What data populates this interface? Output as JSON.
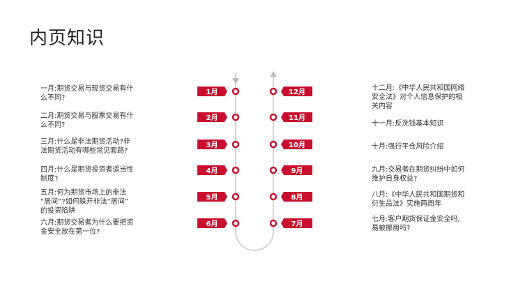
{
  "title": "内页知识",
  "left_items": [
    {
      "month": "1月",
      "text": "一月:期货交易与现货交易有什\n么不同?"
    },
    {
      "month": "2月",
      "text": "二月:期货交易与股票交易有什\n么不同?"
    },
    {
      "month": "3月",
      "text": "三月:什么是非法期货活动?非\n法期货活动有哪些常见套路?"
    },
    {
      "month": "4月",
      "text": "四月:什么是期货投资者适当性\n制度?"
    },
    {
      "month": "5月",
      "text": "五月:何为期货市场上的非法\n“居间”?如何躲开非法“居间”\n的投资陷阱"
    },
    {
      "month": "6月",
      "text": "六月:期货交易者为什么要把资\n金安全放在第一位?"
    }
  ],
  "right_items": [
    {
      "month": "12月",
      "text": "十二月:《中华人民共和国网络\n安全法》对个人信息保护的相\n关内容"
    },
    {
      "month": "11月",
      "text": "十一月:反洗钱基本知识"
    },
    {
      "month": "10月",
      "text": "十月:强行平仓风险介绍"
    },
    {
      "month": "9月",
      "text": "九月:交易者在期货纠纷中如何\n维护自身权益?"
    },
    {
      "month": "8月",
      "text": "八月:《中华人民共和国期货和\n衍生品法》实施两周年"
    },
    {
      "month": "7月",
      "text": "七月:客户期货保证金安全吗,\n易被挪用吗?"
    }
  ],
  "colors": {
    "accent": "#c8102e",
    "track": "#d4d4d4",
    "text": "#333333"
  }
}
